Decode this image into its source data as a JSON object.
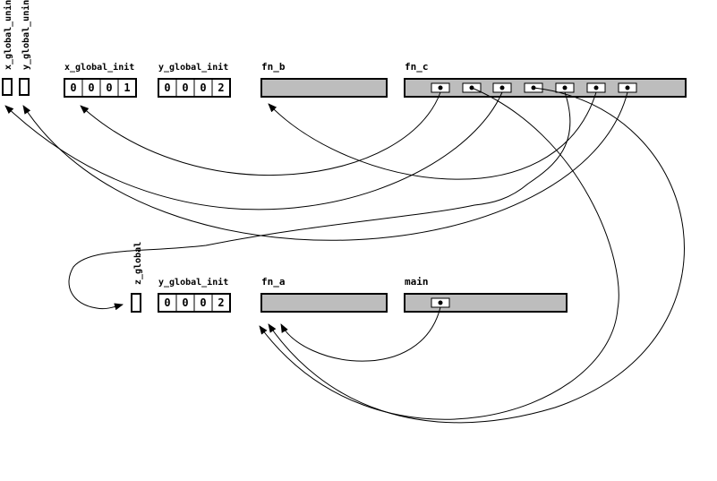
{
  "colors": {
    "function_fill": "#bdbdbd",
    "stroke": "#000000",
    "background": "#ffffff"
  },
  "labels": {
    "x_global_uninit": "x_global_unin",
    "y_global_uninit": "y_global_unin",
    "x_global_init": "x_global_init",
    "y_global_init_top": "y_global_init",
    "fn_b": "fn_b",
    "fn_c": "fn_c",
    "z_global": "z_global",
    "y_global_init_bottom": "y_global_init",
    "fn_a": "fn_a",
    "main": "main"
  },
  "values": {
    "x_global_init": [
      "0",
      "0",
      "0",
      "1"
    ],
    "y_global_init_top": [
      "0",
      "0",
      "0",
      "2"
    ],
    "y_global_init_bottom": [
      "0",
      "0",
      "0",
      "2"
    ]
  },
  "references": {
    "fn_c": [
      "x_global_init",
      "x_global_unin",
      "z_global",
      "fn_a",
      "fn_b",
      "y_global_unin",
      "fn_a"
    ],
    "main": [
      "fn_a"
    ]
  }
}
